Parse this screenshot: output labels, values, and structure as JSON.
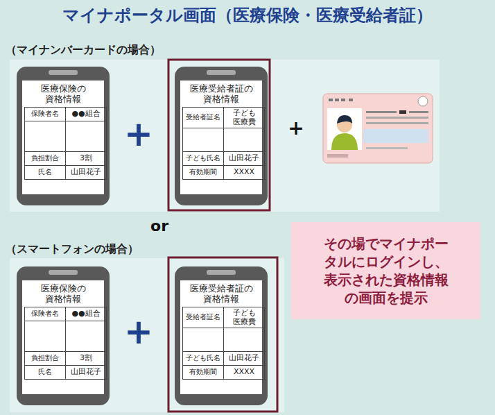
{
  "diagram": {
    "title": "マイナポータル画面（医療保険・医療受給者証）",
    "nodes": [
      {
        "text": [
          "（マイナンバーカードの場合）"
        ]
      },
      {
        "text": [
          "医療保険の 資格情報",
          "保険者名",
          "●●組合",
          "負担割合",
          "3割",
          "氏名",
          "山田花子"
        ],
        "in": 0
      },
      {
        "text": [
          "医療受給者証の 資格情報",
          "受給者証名",
          "子ども 医療費",
          "子ども氏名",
          "山田花子",
          "有効期間",
          "XXXX"
        ],
        "in": 0
      },
      {
        "text": [
          "（スマートフォンの場合）"
        ]
      },
      {
        "text": [
          "医療保険の 資格情報",
          "保険者名",
          "●●組合",
          "負担割合",
          "3割",
          "氏名",
          "山田花子"
        ],
        "in": 3
      },
      {
        "text": [
          "医療受給者証の 資格情報",
          "受給者証名",
          "子ども 医療費",
          "子ども氏名",
          "山田花子",
          "有効期間",
          "XXXX"
        ],
        "in": 3
      },
      {
        "text": [
          "その場でマイナポータルにログインし、表示された資格情報の画面を提示"
        ]
      }
    ],
    "labels": [
      "+",
      "+",
      "or",
      "+"
    ]
  }
}
